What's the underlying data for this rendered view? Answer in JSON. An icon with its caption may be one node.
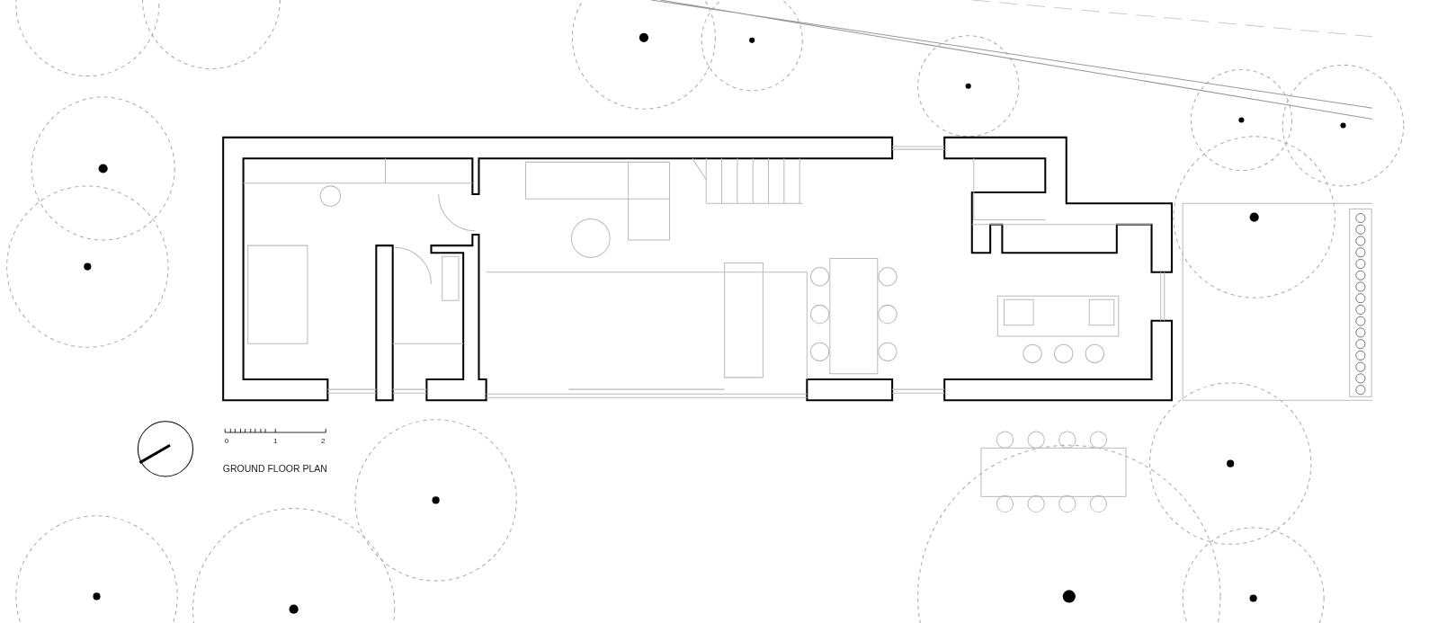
{
  "diagram": {
    "title": "GROUND FLOOR PLAN",
    "labels": [
      "0",
      "1",
      "2"
    ]
  }
}
